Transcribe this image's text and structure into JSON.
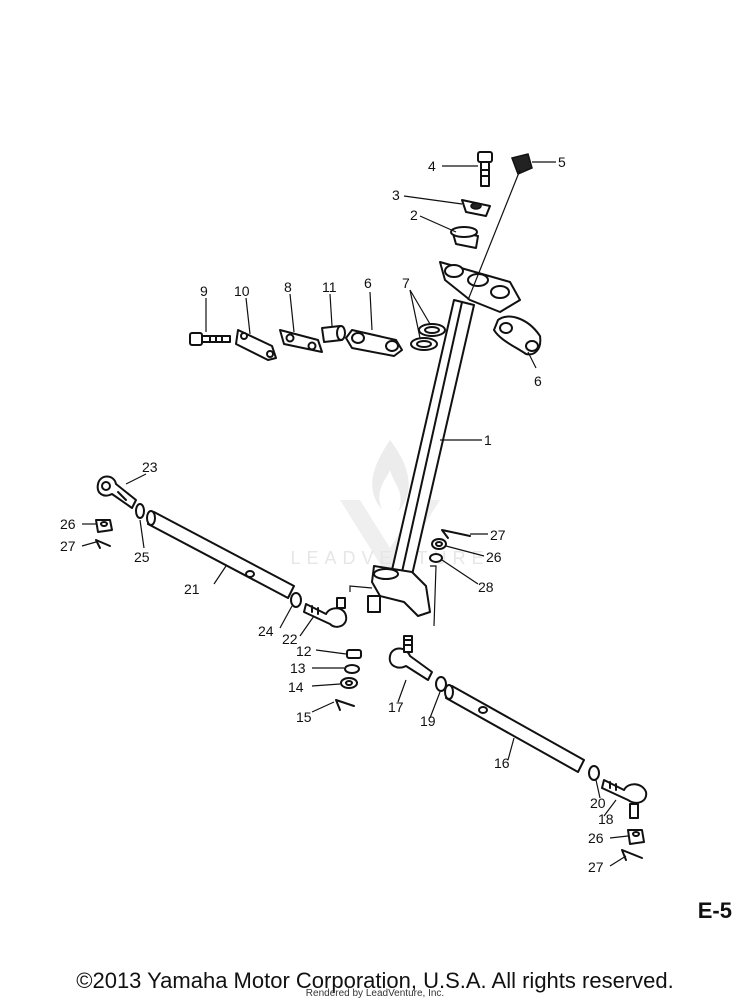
{
  "page_code": "E-5",
  "copyright": "©2013 Yamaha Motor Corporation, U.S.A. All rights reserved.",
  "rendered_by": "Rendered by LeadVenture, Inc.",
  "watermark_text": "LEADVENTURE",
  "callouts": [
    "1",
    "2",
    "3",
    "4",
    "5",
    "6",
    "6",
    "7",
    "8",
    "9",
    "10",
    "11",
    "12",
    "13",
    "14",
    "15",
    "16",
    "17",
    "18",
    "19",
    "20",
    "21",
    "22",
    "23",
    "24",
    "25",
    "26",
    "26",
    "26",
    "27",
    "27",
    "27",
    "28"
  ]
}
